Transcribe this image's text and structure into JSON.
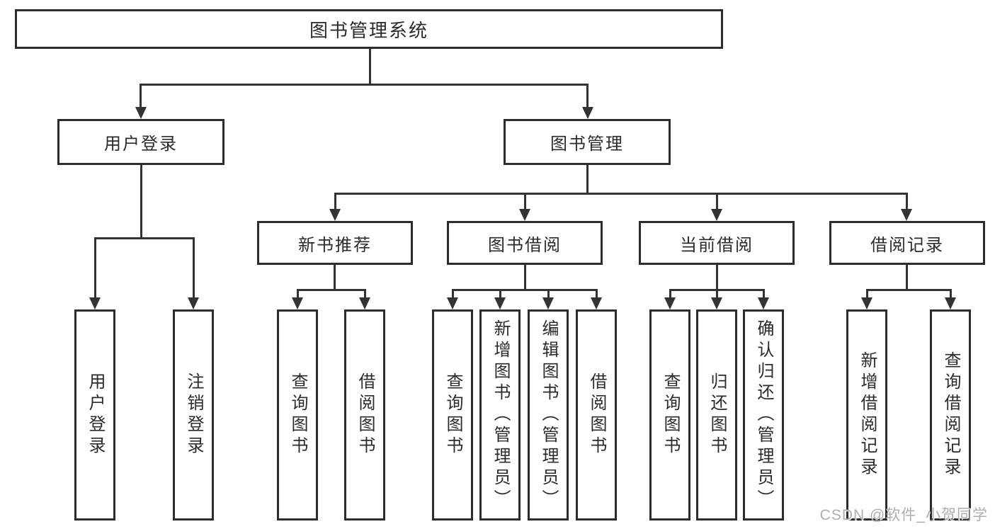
{
  "diagram": {
    "root_label": "图书管理系统",
    "level2": [
      {
        "label": "用户登录"
      },
      {
        "label": "图书管理"
      }
    ],
    "level3": [
      {
        "label": "新书推荐"
      },
      {
        "label": "图书借阅"
      },
      {
        "label": "当前借阅"
      },
      {
        "label": "借阅记录"
      }
    ],
    "leaves": {
      "login": [
        "用户登录",
        "注销登录"
      ],
      "recommend": [
        "查询图书",
        "借阅图书"
      ],
      "borrow": [
        "查询图书",
        "新增图书（管理员）",
        "编辑图书（管理员）",
        "借阅图书"
      ],
      "current": [
        "查询图书",
        "归还图书",
        "确认归还（管理员）"
      ],
      "records": [
        "新增借阅记录",
        "查询借阅记录"
      ]
    }
  },
  "watermark": {
    "text": "CSDN @软件_小贺同学"
  },
  "colors": {
    "line": "#333333",
    "border": "#2d2d2d",
    "text": "#2b2b2b",
    "watermark": "#aeaeae",
    "background": "#ffffff"
  }
}
